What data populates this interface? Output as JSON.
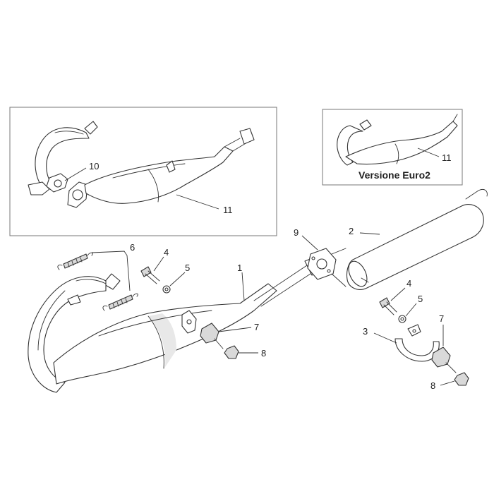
{
  "figure": {
    "caption_euro2": "Versione Euro2",
    "callouts": {
      "n1": "1",
      "n2": "2",
      "n3": "3",
      "n4a": "4",
      "n4b": "4",
      "n5a": "5",
      "n5b": "5",
      "n6": "6",
      "n7a": "7",
      "n7b": "7",
      "n8a": "8",
      "n8b": "8",
      "n9": "9",
      "n10": "10",
      "n11a": "11",
      "n11b": "11"
    }
  }
}
